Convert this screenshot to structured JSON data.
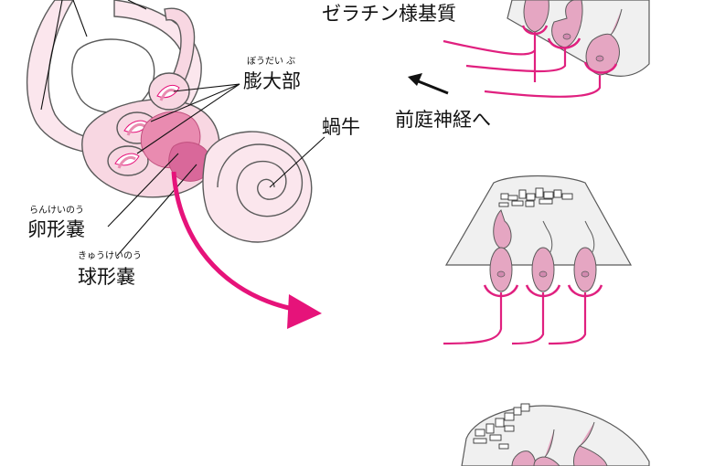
{
  "labels": {
    "gelatin": "ゼラチン様基質",
    "ampulla": "膨大部",
    "ampulla_ruby": "ぼうだい ぶ",
    "cochlea": "蝸牛",
    "vestibular_nerve": "前庭神経へ",
    "utricle": "卵形嚢",
    "utricle_ruby": "らんけいのう",
    "saccule": "球形嚢",
    "saccule_ruby": "きゅうけいのう"
  },
  "colors": {
    "outline": "#5a5a5a",
    "ear_fill": "#f8d7e2",
    "ear_fill_light": "#fbe6ed",
    "sac_fill": "#e98bb0",
    "accent": "#e6137a",
    "nerve": "#e0207f",
    "cell_fill": "#e5a6c2",
    "matrix_fill": "#f0f0f0"
  }
}
